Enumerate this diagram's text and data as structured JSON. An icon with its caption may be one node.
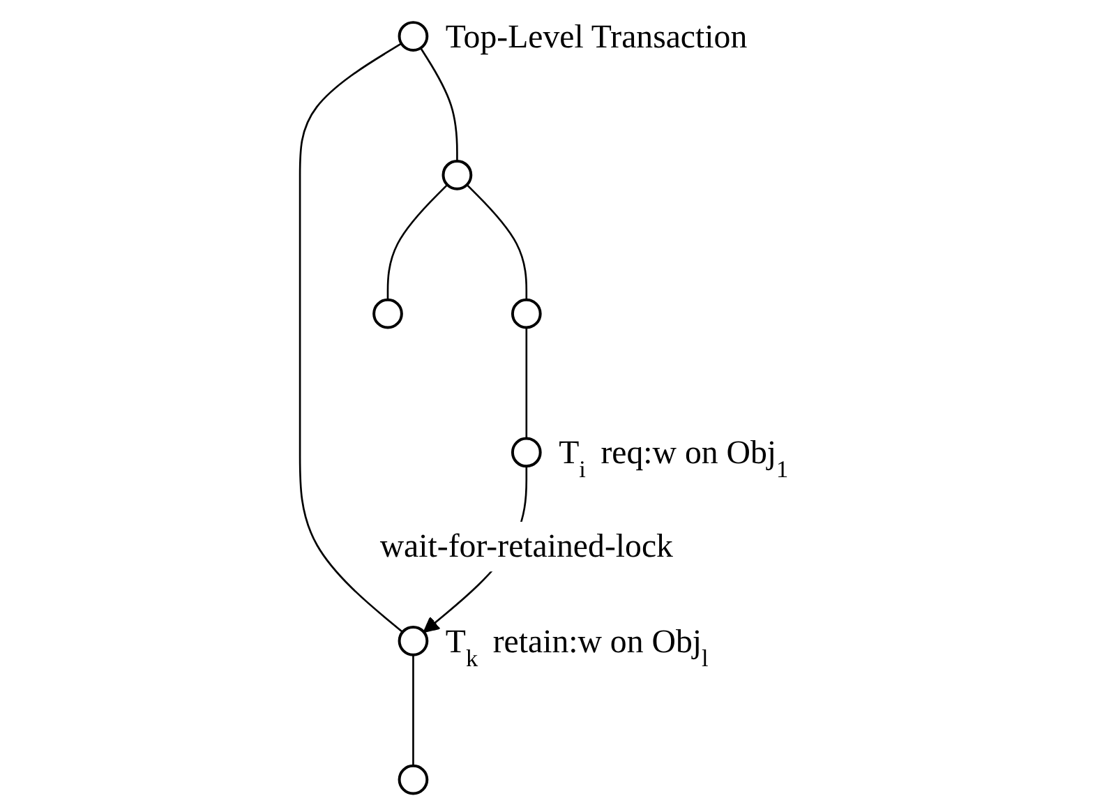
{
  "diagram": {
    "nodes": [
      {
        "text": [],
        "shape": "circle",
        "beside": [
          "Top-Level Transaction"
        ]
      },
      {
        "text": [],
        "shape": "circle"
      },
      {
        "text": [],
        "shape": "circle",
        "beside": [
          "T$_{k}$ retain:w on Obj$_{l}$"
        ]
      },
      {
        "text": [],
        "shape": "circle"
      },
      {
        "text": [],
        "shape": "circle"
      },
      {
        "text": [],
        "shape": "circle"
      },
      {
        "text": [],
        "shape": "circle",
        "beside": [
          "T$_{i}$ req:w on Obj$_{1}$"
        ]
      }
    ],
    "edges": [
      {
        "from": 0,
        "to": 1,
        "arrow": "none"
      },
      {
        "from": 0,
        "to": 2,
        "arrow": "none"
      },
      {
        "from": 1,
        "to": 3,
        "arrow": "none"
      },
      {
        "from": 1,
        "to": 4,
        "arrow": "none"
      },
      {
        "from": 2,
        "to": 5,
        "arrow": "none"
      },
      {
        "from": 3,
        "to": 6,
        "arrow": "none"
      },
      {
        "from": 6,
        "to": 2,
        "arrow": "to",
        "label": "wait-for-retained-lock"
      }
    ]
  }
}
